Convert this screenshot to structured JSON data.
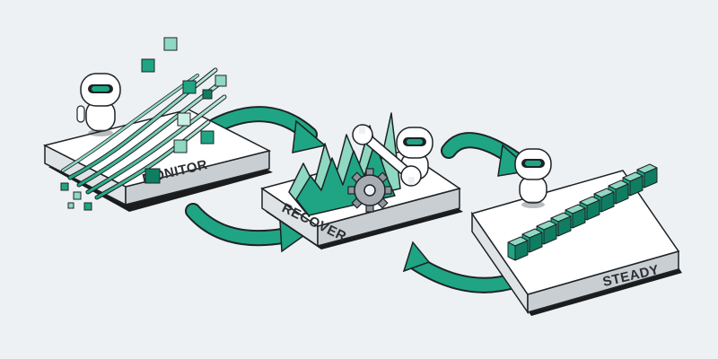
{
  "diagram": {
    "stages": [
      {
        "id": "monitor",
        "label": "MONITOR"
      },
      {
        "id": "recover",
        "label": "RECOVER"
      },
      {
        "id": "steady",
        "label": "STEADY"
      }
    ]
  },
  "colors": {
    "background": "#eef1f3",
    "accent": "#1fa583",
    "accent_light": "#8fd8c2",
    "platform_top": "#ffffff",
    "outline": "#1d2226",
    "shadow": "#1a1c1e"
  },
  "icons": [
    "robot-icon",
    "wrench-icon",
    "gear-icon",
    "data-cube-icon",
    "flow-arrow-icon"
  ]
}
